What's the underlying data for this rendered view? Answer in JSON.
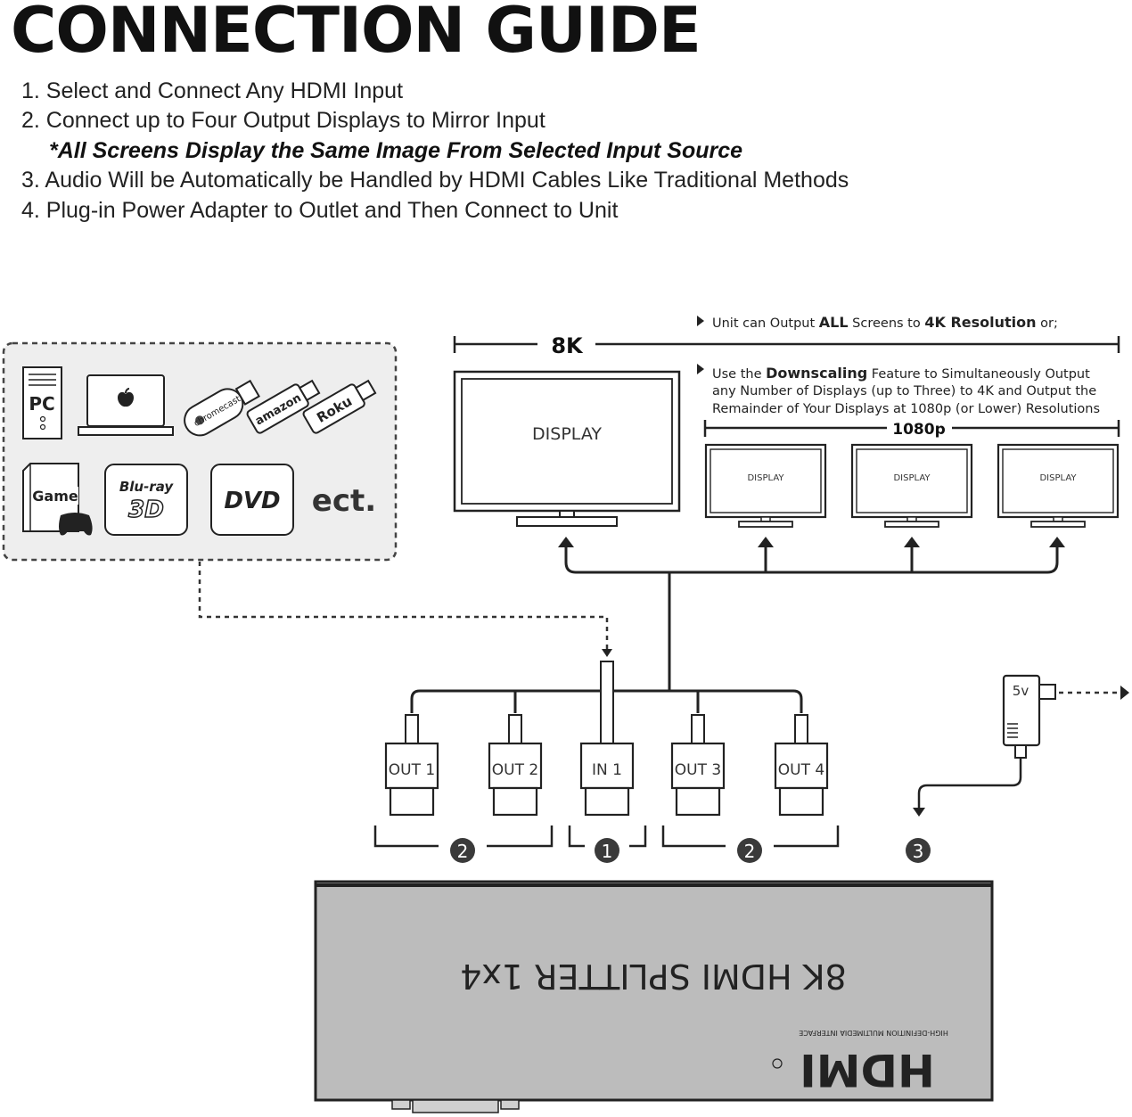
{
  "title": "CONNECTION GUIDE",
  "steps": [
    "1. Select and Connect Any HDMI Input",
    "2. Connect up to Four Output Displays to Mirror Input",
    "3. Audio Will be Automatically be Handled by HDMI Cables Like Traditional Methods",
    "4. Plug-in Power Adapter to Outlet and Then Connect to Unit"
  ],
  "note": "*All Screens Display the Same Image From Selected Input Source",
  "sources": {
    "pc": "PC",
    "chromecast": "chromecast",
    "amazon": "amazon",
    "roku": "Roku",
    "game": "Game",
    "bluray_top": "Blu-ray",
    "bluray_bottom": "3D",
    "dvd": "DVD",
    "etc": "ect."
  },
  "resolution": {
    "label_8k": "8K",
    "label_1080p": "1080p",
    "bullet1_pre": "Unit can Output ",
    "bullet1_b1": "ALL",
    "bullet1_mid": " Screens to ",
    "bullet1_b2": "4K Resolution",
    "bullet1_post": " or;",
    "bullet2_line1_pre": "Use the ",
    "bullet2_line1_b": "Downscaling",
    "bullet2_line1_post": " Feature to Simultaneously Output",
    "bullet2_line2": "any Number of Displays (up to Three) to 4K and Output the",
    "bullet2_line3": "Remainder of Your Displays at 1080p (or Lower) Resolutions"
  },
  "displays": {
    "main": "DISPLAY",
    "small": [
      "DISPLAY",
      "DISPLAY",
      "DISPLAY"
    ]
  },
  "ports": [
    "OUT 1",
    "OUT 2",
    "IN 1",
    "OUT 3",
    "OUT 4"
  ],
  "markers": [
    "2",
    "1",
    "2",
    "3"
  ],
  "adapter_label": "5v",
  "device": {
    "name": "8K HDMI SPLITTER 1x4",
    "logo": "HDMI",
    "logo_sub": "HIGH-DEFINITION MULTIMEDIA INTERFACE"
  }
}
